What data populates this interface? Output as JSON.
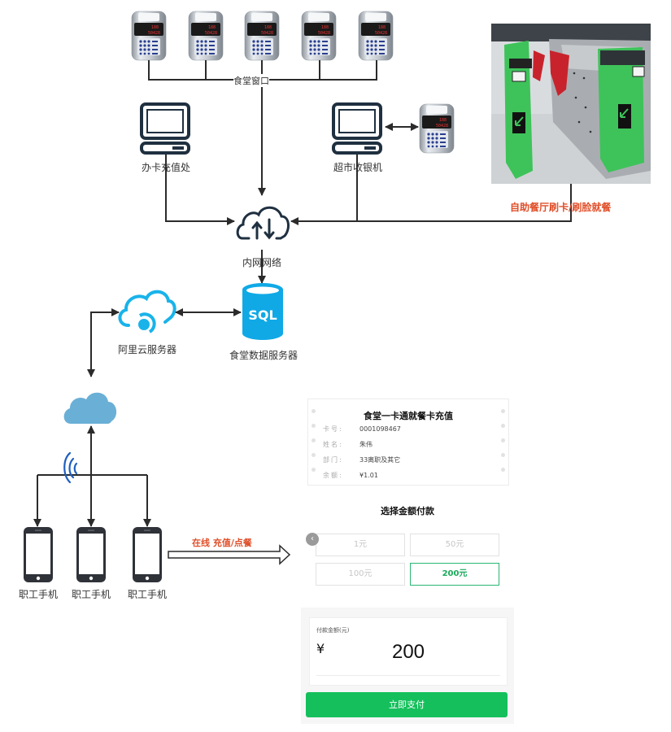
{
  "diagram": {
    "terminals_label": "食堂窗口",
    "terminal_count": 5,
    "card_office_label": "办卡充值处",
    "supermarket_pos_label": "超市收银机",
    "gate_label": "自助餐厅刷卡/刷脸就餐",
    "intranet_label": "内网网络",
    "db_label": "食堂数据服务器",
    "db_icon_text": "SQL",
    "aliyun_label": "阿里云服务器",
    "phones": [
      {
        "label": "职工手机"
      },
      {
        "label": "职工手机"
      },
      {
        "label": "职工手机"
      }
    ],
    "online_arrow_label": "在线 充值/点餐",
    "colors": {
      "line": "#2b2b2b",
      "icon_dark": "#1f3040",
      "aliyun_blue": "#19b3ea",
      "db_blue": "#10a9e6",
      "internet_cloud": "#6aafd6",
      "wifi_blue": "#1f5fbf",
      "accent_red": "#e04f2a",
      "pay_green": "#15c05c"
    }
  },
  "payment": {
    "card_title": "食堂一卡通就餐卡充值",
    "fields": [
      {
        "key": "卡号:",
        "value": "0001098467"
      },
      {
        "key": "姓名:",
        "value": "朱伟"
      },
      {
        "key": "部门:",
        "value": "33离职及其它"
      },
      {
        "key": "余额:",
        "value": "¥1.01"
      }
    ],
    "select_title": "选择金额付款",
    "back_icon": "‹",
    "options": [
      {
        "label": "1元",
        "selected": false
      },
      {
        "label": "50元",
        "selected": false
      },
      {
        "label": "100元",
        "selected": false
      },
      {
        "label": "200元",
        "selected": true
      }
    ],
    "amount_label": "付款金额(元)",
    "currency_symbol": "¥",
    "amount_value": "200",
    "pay_button": "立即支付"
  }
}
